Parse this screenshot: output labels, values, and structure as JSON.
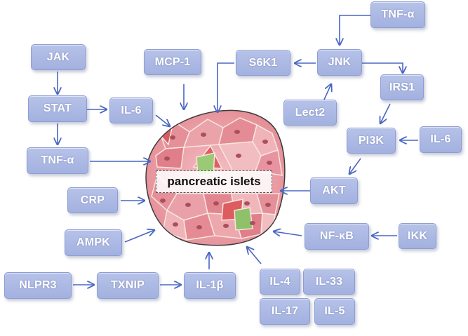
{
  "center_label": "pancreatic islets",
  "nodes": {
    "tnf_top": "TNF-α",
    "jak": "JAK",
    "mcp1": "MCP-1",
    "s6k1": "S6K1",
    "jnk": "JNK",
    "irs1": "IRS1",
    "lect2": "Lect2",
    "stat": "STAT",
    "il6_left": "IL-6",
    "pi3k": "PI3K",
    "il6_right": "IL-6",
    "tnf_left": "TNF-α",
    "akt": "AKT",
    "crp": "CRP",
    "nfkb": "NF-κB",
    "ikk": "IKK",
    "ampk": "AMPK",
    "nlpr3": "NLPR3",
    "txnip": "TXNIP",
    "il1b": "IL-1β",
    "il4": "IL-4",
    "il33": "IL-33",
    "il17": "IL-17",
    "il5": "IL-5"
  },
  "colors": {
    "box_fill": "#a9b6e3",
    "box_border": "#8e9dd4",
    "arrow": "#4a66c4",
    "tissue_border": "#3b3b3b",
    "cell_pink": "#e79aa3",
    "cell_red": "#de6a6f",
    "cell_green": "#8ec06c"
  }
}
